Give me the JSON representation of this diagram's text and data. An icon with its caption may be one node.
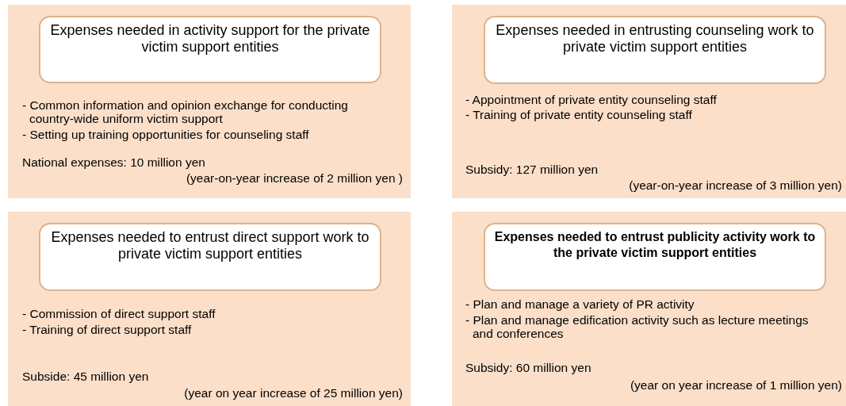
{
  "diagram": {
    "nodes": [
      {
        "text": [
          "- Common information and opinion exchange for conducting country-wide uniform victim support",
          "- Setting up training opportunities for counseling staff",
          "National expenses: 10 million yen",
          "(year-on-year increase of 2 million yen )"
        ]
      },
      {
        "text": [
          "Expenses needed in activity support for the private victim support entities"
        ],
        "in": 0
      },
      {
        "text": [
          "- Appointment of private entity counseling staff",
          "- Training of private entity counseling staff",
          "Subsidy: 127 million yen",
          "(year-on-year increase of 3 million yen)"
        ]
      },
      {
        "text": [
          "Expenses needed in entrusting counseling work to private victim support entities"
        ],
        "in": 2
      },
      {
        "text": [
          "- Commission of direct support staff",
          "- Training of direct support staff",
          "Subside: 45 million yen",
          "(year on year increase of 25 million yen)"
        ]
      },
      {
        "text": [
          "Expenses needed to entrust direct support work to private victim support entities"
        ],
        "in": 4
      },
      {
        "text": [
          "- Plan and manage a variety of PR activity",
          "- Plan and manage edification activity such as lecture meetings and conferences",
          "Subsidy: 60 million yen",
          "(year on year increase of 1 million yen)"
        ]
      },
      {
        "text": [
          "Expenses needed to entrust publicity activity work to the private victim support entities"
        ],
        "in": 6
      }
    ]
  }
}
